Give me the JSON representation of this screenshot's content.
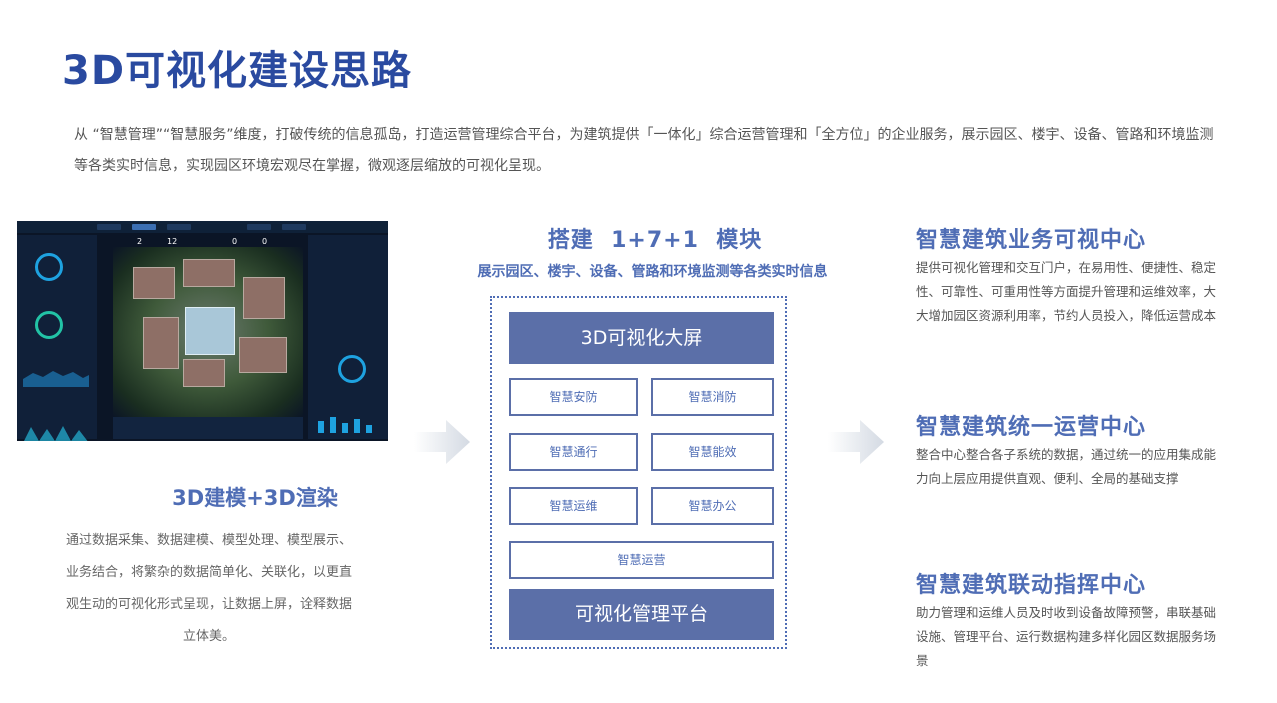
{
  "page": {
    "title": "3D可视化建设思路",
    "intro": "从 “智慧管理”“智慧服务”维度，打破传统的信息孤岛，打造运营管理综合平台，为建筑提供「一体化」综合运营管理和「全方位」的企业服务，展示园区、楼宇、设备、管路和环境监测等各类实时信息，实现园区环境宏观尽在掌握，微观逐层缩放的可视化呈现。"
  },
  "left": {
    "heading": "3D建模+3D渲染",
    "description": "通过数据采集、数据建模、模型处理、模型展示、业务结合，将繁杂的数据简单化、关联化，以更直观生动的可视化形式呈现，让数据上屏，诠释数据立体美。",
    "screen_counters": [
      "2",
      "12",
      "0",
      "0"
    ]
  },
  "center": {
    "heading": "搭建  1+7+1  模块",
    "subheading": "展示园区、楼宇、设备、管路和环境监测等各类实时信息",
    "top_box": "3D可视化大屏",
    "modules": [
      "智慧安防",
      "智慧消防",
      "智慧通行",
      "智慧能效",
      "智慧运维",
      "智慧办公"
    ],
    "wide_module": "智慧运营",
    "bottom_box": "可视化管理平台"
  },
  "right": [
    {
      "heading": "智慧建筑业务可视中心",
      "description": "提供可视化管理和交互门户，在易用性、便捷性、稳定性、可靠性、可重用性等方面提升管理和运维效率，大大增加园区资源利用率，节约人员投入，降低运营成本"
    },
    {
      "heading": "智慧建筑统一运营中心",
      "description": "整合中心整合各子系统的数据，通过统一的应用集成能力向上层应用提供直观、便利、全局的基础支撑"
    },
    {
      "heading": "智慧建筑联动指挥中心",
      "description": "助力管理和运维人员及时收到设备故障预警，串联基础设施、管理平台、运行数据构建多样化园区数据服务场景"
    }
  ],
  "colors": {
    "title": "#2a4aa0",
    "accent": "#4f6db5",
    "box_fill": "#5b6fa8",
    "arrow": "#d9dee6"
  }
}
